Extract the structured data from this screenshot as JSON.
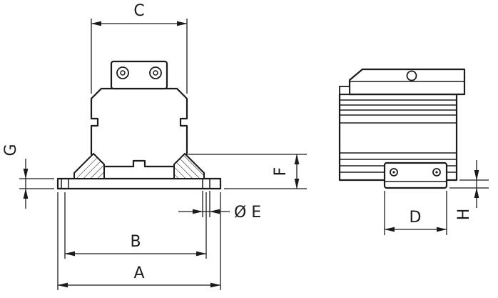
{
  "drawing": {
    "labels": {
      "a": "A",
      "b": "B",
      "c": "C",
      "d": "D",
      "e": "Ø E",
      "f": "F",
      "g": "G",
      "h": "H"
    },
    "colors": {
      "line": "#1b1b1b",
      "background": "#ffffff"
    }
  }
}
